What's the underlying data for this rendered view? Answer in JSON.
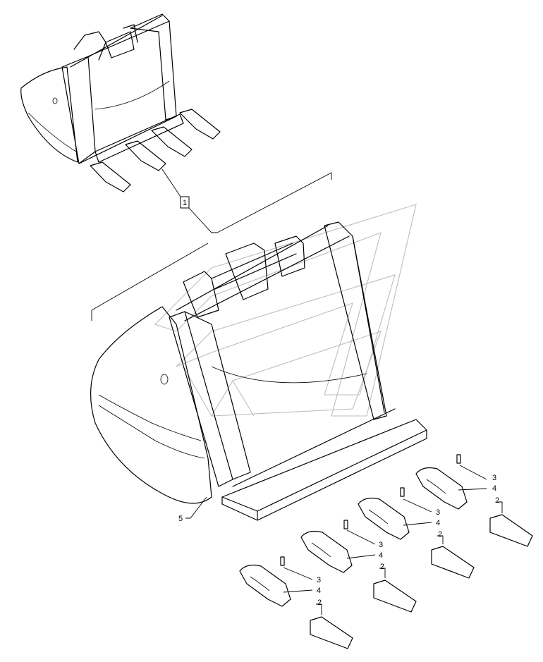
{
  "callouts": {
    "assembly": "1",
    "tooth": "2",
    "pin": "3",
    "retainer": "4",
    "bucket": "5"
  },
  "teeth_count": 4
}
